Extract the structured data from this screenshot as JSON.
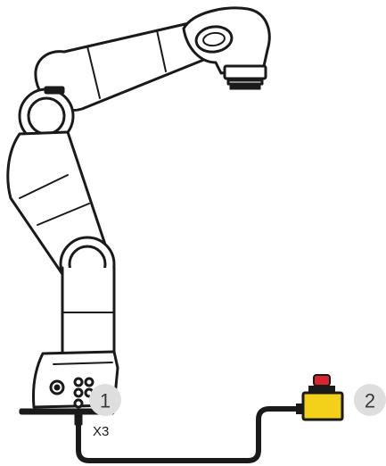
{
  "callouts": [
    {
      "number": "1"
    },
    {
      "number": "2"
    }
  ],
  "port_label": "X3",
  "colors": {
    "stop_button": "#d9232e",
    "stop_housing": "#f3d11a",
    "callout_fill": "#dedede",
    "line": "#1a1a1a"
  }
}
